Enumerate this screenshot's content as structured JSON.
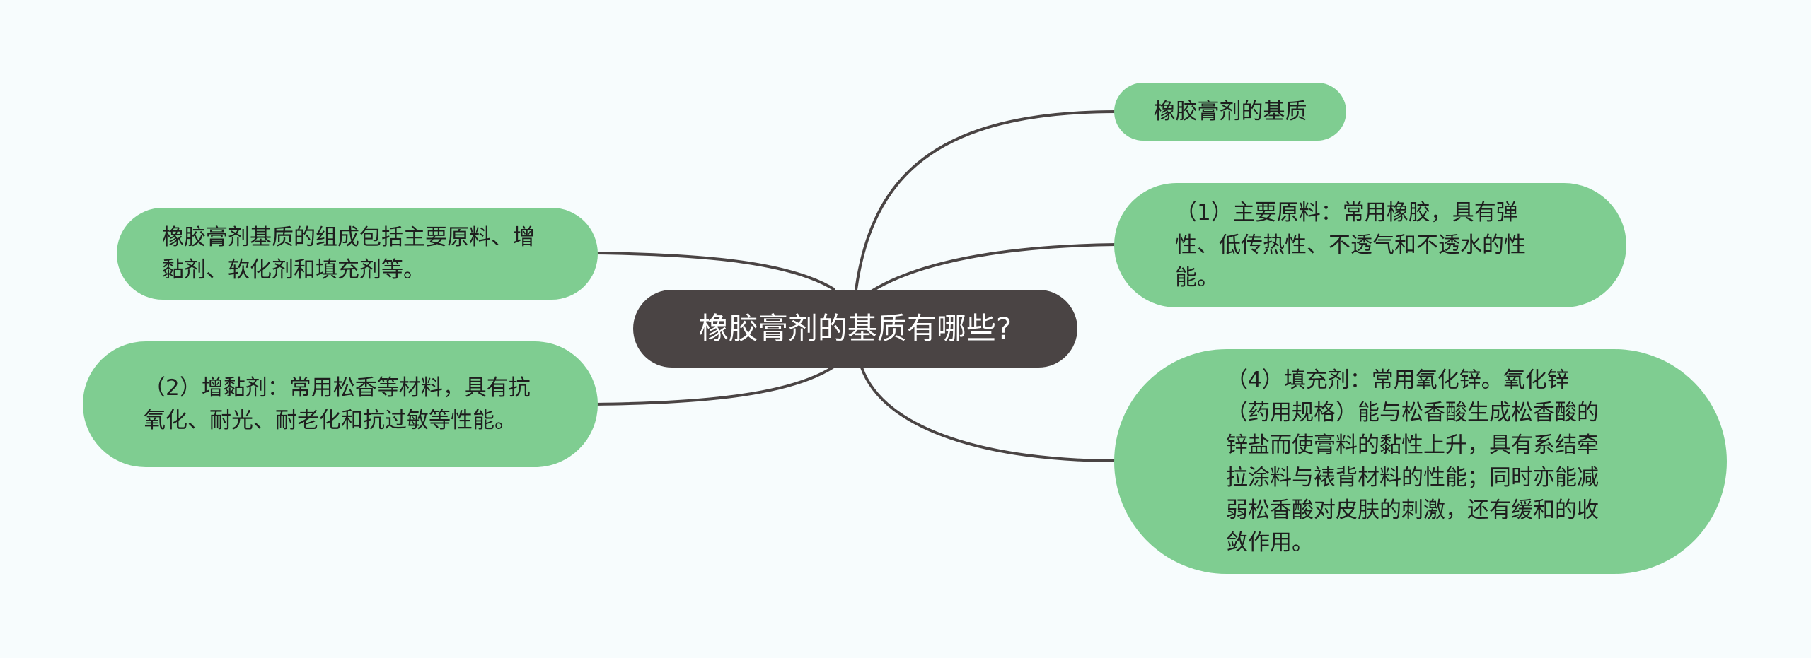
{
  "colors": {
    "background": "#f7fcfd",
    "center_fill": "#4a4444",
    "center_text": "#ffffff",
    "leaf_fill": "#7fcd91",
    "leaf_text": "#1e1e1e",
    "connector": "#4a4444"
  },
  "center": {
    "label": "橡胶膏剂的基质有哪些?"
  },
  "nodes": {
    "right_1": {
      "label": "橡胶膏剂的基质"
    },
    "right_2": {
      "label": "（1）主要原料：常用橡胶，具有弹性、低传热性、不透气和不透水的性能。"
    },
    "right_3": {
      "label": "（4）填充剂：常用氧化锌。氧化锌（药用规格）能与松香酸生成松香酸的锌盐而使膏料的黏性上升，具有系结牵拉涂料与裱背材料的性能；同时亦能减弱松香酸对皮肤的刺激，还有缓和的收敛作用。"
    },
    "left_1": {
      "label": "橡胶膏剂基质的组成包括主要原料、增黏剂、软化剂和填充剂等。"
    },
    "left_2": {
      "label": "（2）增黏剂：常用松香等材料，具有抗氧化、耐光、耐老化和抗过敏等性能。"
    }
  }
}
